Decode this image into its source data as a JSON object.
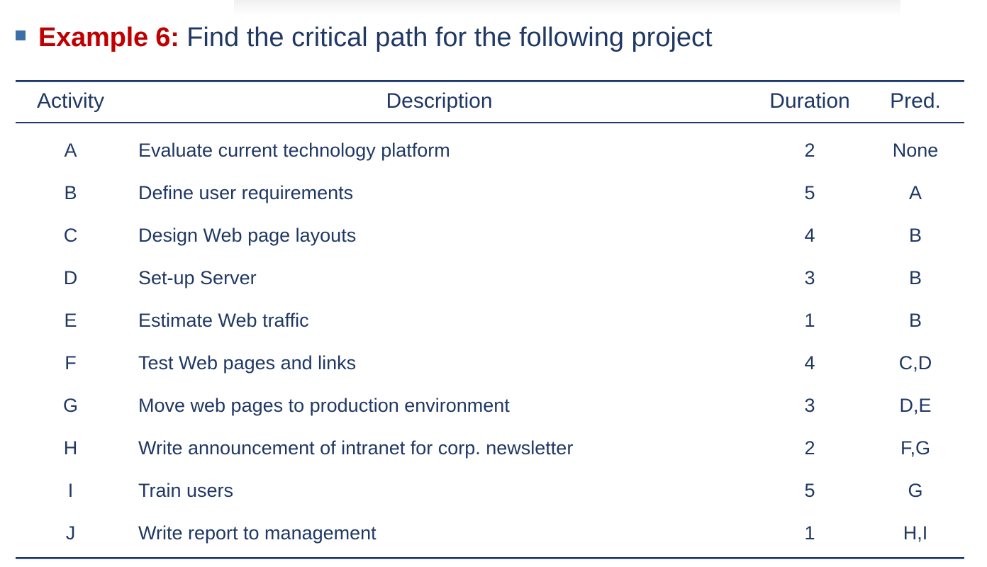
{
  "slide": {
    "bullet_icon": "square-bullet-icon",
    "title_emphasis": "Example 6:",
    "title_rest": " Find the critical path for the following project",
    "colors": {
      "accent_red": "#C00000",
      "text_navy": "#1F3864",
      "bullet_blue": "#3C6FA8",
      "rule_navy": "#1F3864",
      "background": "#FFFFFF"
    }
  },
  "table": {
    "headers": [
      "Activity",
      "Description",
      "Duration",
      "Pred."
    ],
    "rows": [
      {
        "activity": "A",
        "description": "Evaluate current technology platform",
        "duration": "2",
        "pred": "None"
      },
      {
        "activity": "B",
        "description": "Define user requirements",
        "duration": "5",
        "pred": "A"
      },
      {
        "activity": "C",
        "description": "Design Web page layouts",
        "duration": "4",
        "pred": "B"
      },
      {
        "activity": "D",
        "description": "Set-up Server",
        "duration": "3",
        "pred": "B"
      },
      {
        "activity": "E",
        "description": "Estimate Web traffic",
        "duration": "1",
        "pred": "B"
      },
      {
        "activity": "F",
        "description": "Test Web pages and links",
        "duration": "4",
        "pred": "C,D"
      },
      {
        "activity": "G",
        "description": "Move web pages to production environment",
        "duration": "3",
        "pred": "D,E"
      },
      {
        "activity": "H",
        "description": "Write announcement of intranet for corp. newsletter",
        "duration": "2",
        "pred": "F,G"
      },
      {
        "activity": "I",
        "description": "Train users",
        "duration": "5",
        "pred": "G"
      },
      {
        "activity": "J",
        "description": "Write report to management",
        "duration": "1",
        "pred": "H,I"
      }
    ]
  }
}
